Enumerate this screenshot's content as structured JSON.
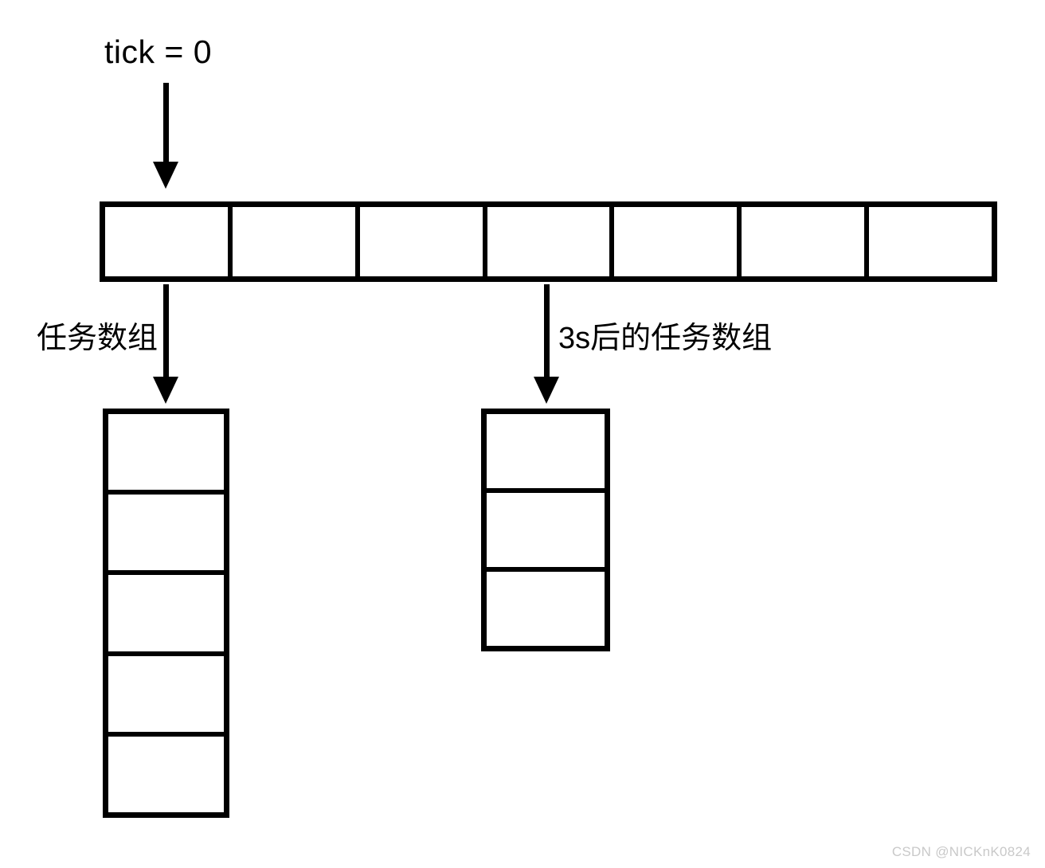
{
  "diagram": {
    "title_label": "tick = 0",
    "tick_array": {
      "name": "tick-array",
      "cell_count": 7,
      "cells": [
        "",
        "",
        "",
        "",
        "",
        "",
        ""
      ]
    },
    "left_group": {
      "label": "任务数组",
      "cell_count": 5,
      "cells": [
        "",
        "",
        "",
        "",
        ""
      ]
    },
    "right_group": {
      "label": "3s后的任务数组",
      "cell_count": 3,
      "cells": [
        "",
        "",
        ""
      ]
    },
    "arrows": [
      {
        "name": "tick-to-array",
        "direction": "down"
      },
      {
        "name": "array-to-left-column",
        "direction": "down"
      },
      {
        "name": "array-to-right-column",
        "direction": "down"
      }
    ],
    "colors": {
      "stroke": "#000000",
      "background": "#ffffff",
      "watermark": "#c9c9c9"
    }
  },
  "watermark": {
    "text": "CSDN @NICKnK0824"
  }
}
